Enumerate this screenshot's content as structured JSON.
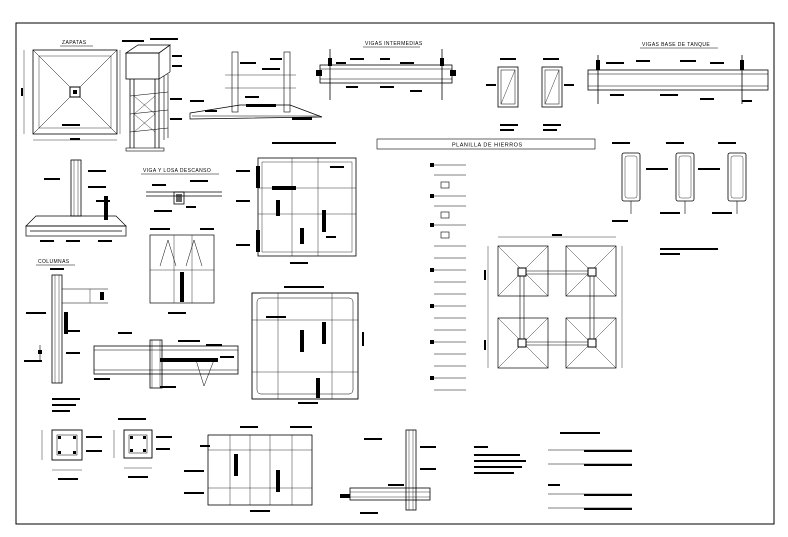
{
  "sheet": {
    "titles": {
      "zapatas": "ZAPATAS",
      "vigas_intermedias": "VIGAS INTERMEDIAS",
      "vigas_base_tanque": "VIGAS BASE DE TANQUE",
      "viga_losa_descanso": "VIGA Y LOSA DESCANSO",
      "columnas": "COLUMNAS",
      "planilla_hierros": "PLANILLA DE HIERROS"
    }
  }
}
